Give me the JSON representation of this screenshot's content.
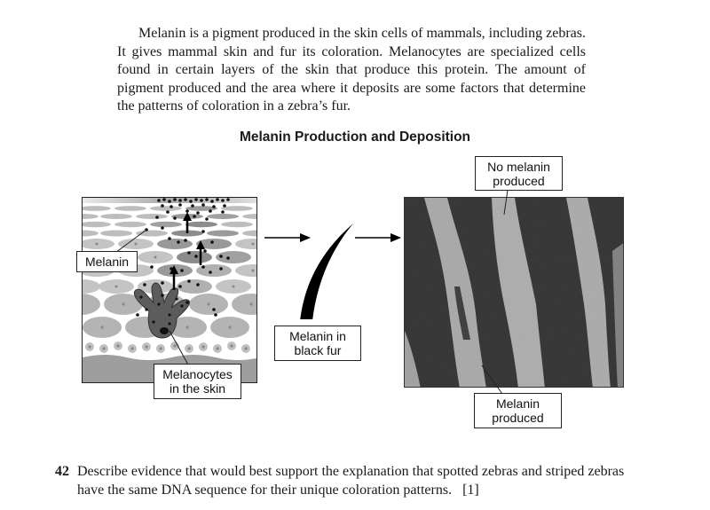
{
  "passage": {
    "text": "Melanin is a pigment produced in the skin cells of mammals, including zebras. It gives mammal skin and fur its coloration. Melanocytes are specialized cells found in certain layers of the skin that produce this protein. The amount of pigment produced and the area where it deposits are some factors that determine the patterns of coloration in a zebra’s fur."
  },
  "figure": {
    "title": "Melanin Production and Deposition",
    "labels": {
      "melanin": "Melanin",
      "melanocytes_line1": "Melanocytes",
      "melanocytes_line2": "in the skin",
      "black_fur_line1": "Melanin in",
      "black_fur_line2": "black fur",
      "no_melanin_line1": "No melanin",
      "no_melanin_line2": "produced",
      "melanin_produced_line1": "Melanin",
      "melanin_produced_line2": "produced"
    },
    "panels": [
      "skin-cross-section",
      "black-hair-strand",
      "zebra-fur-photo"
    ],
    "colors": {
      "cell_light": "#c8c8c8",
      "cell_medium": "#a8a8a8",
      "cell_dark": "#8c8c8c",
      "melanocyte": "#5a5a5a",
      "dermis": "#9a9a9a",
      "stripe_dark": "#3a3a3a",
      "stripe_light": "#b5b5b5"
    }
  },
  "question": {
    "number": "42",
    "text": "Describe evidence that would best support the explanation that spotted zebras and striped zebras have the same DNA sequence for their unique coloration patterns.",
    "credit": "[1]"
  }
}
